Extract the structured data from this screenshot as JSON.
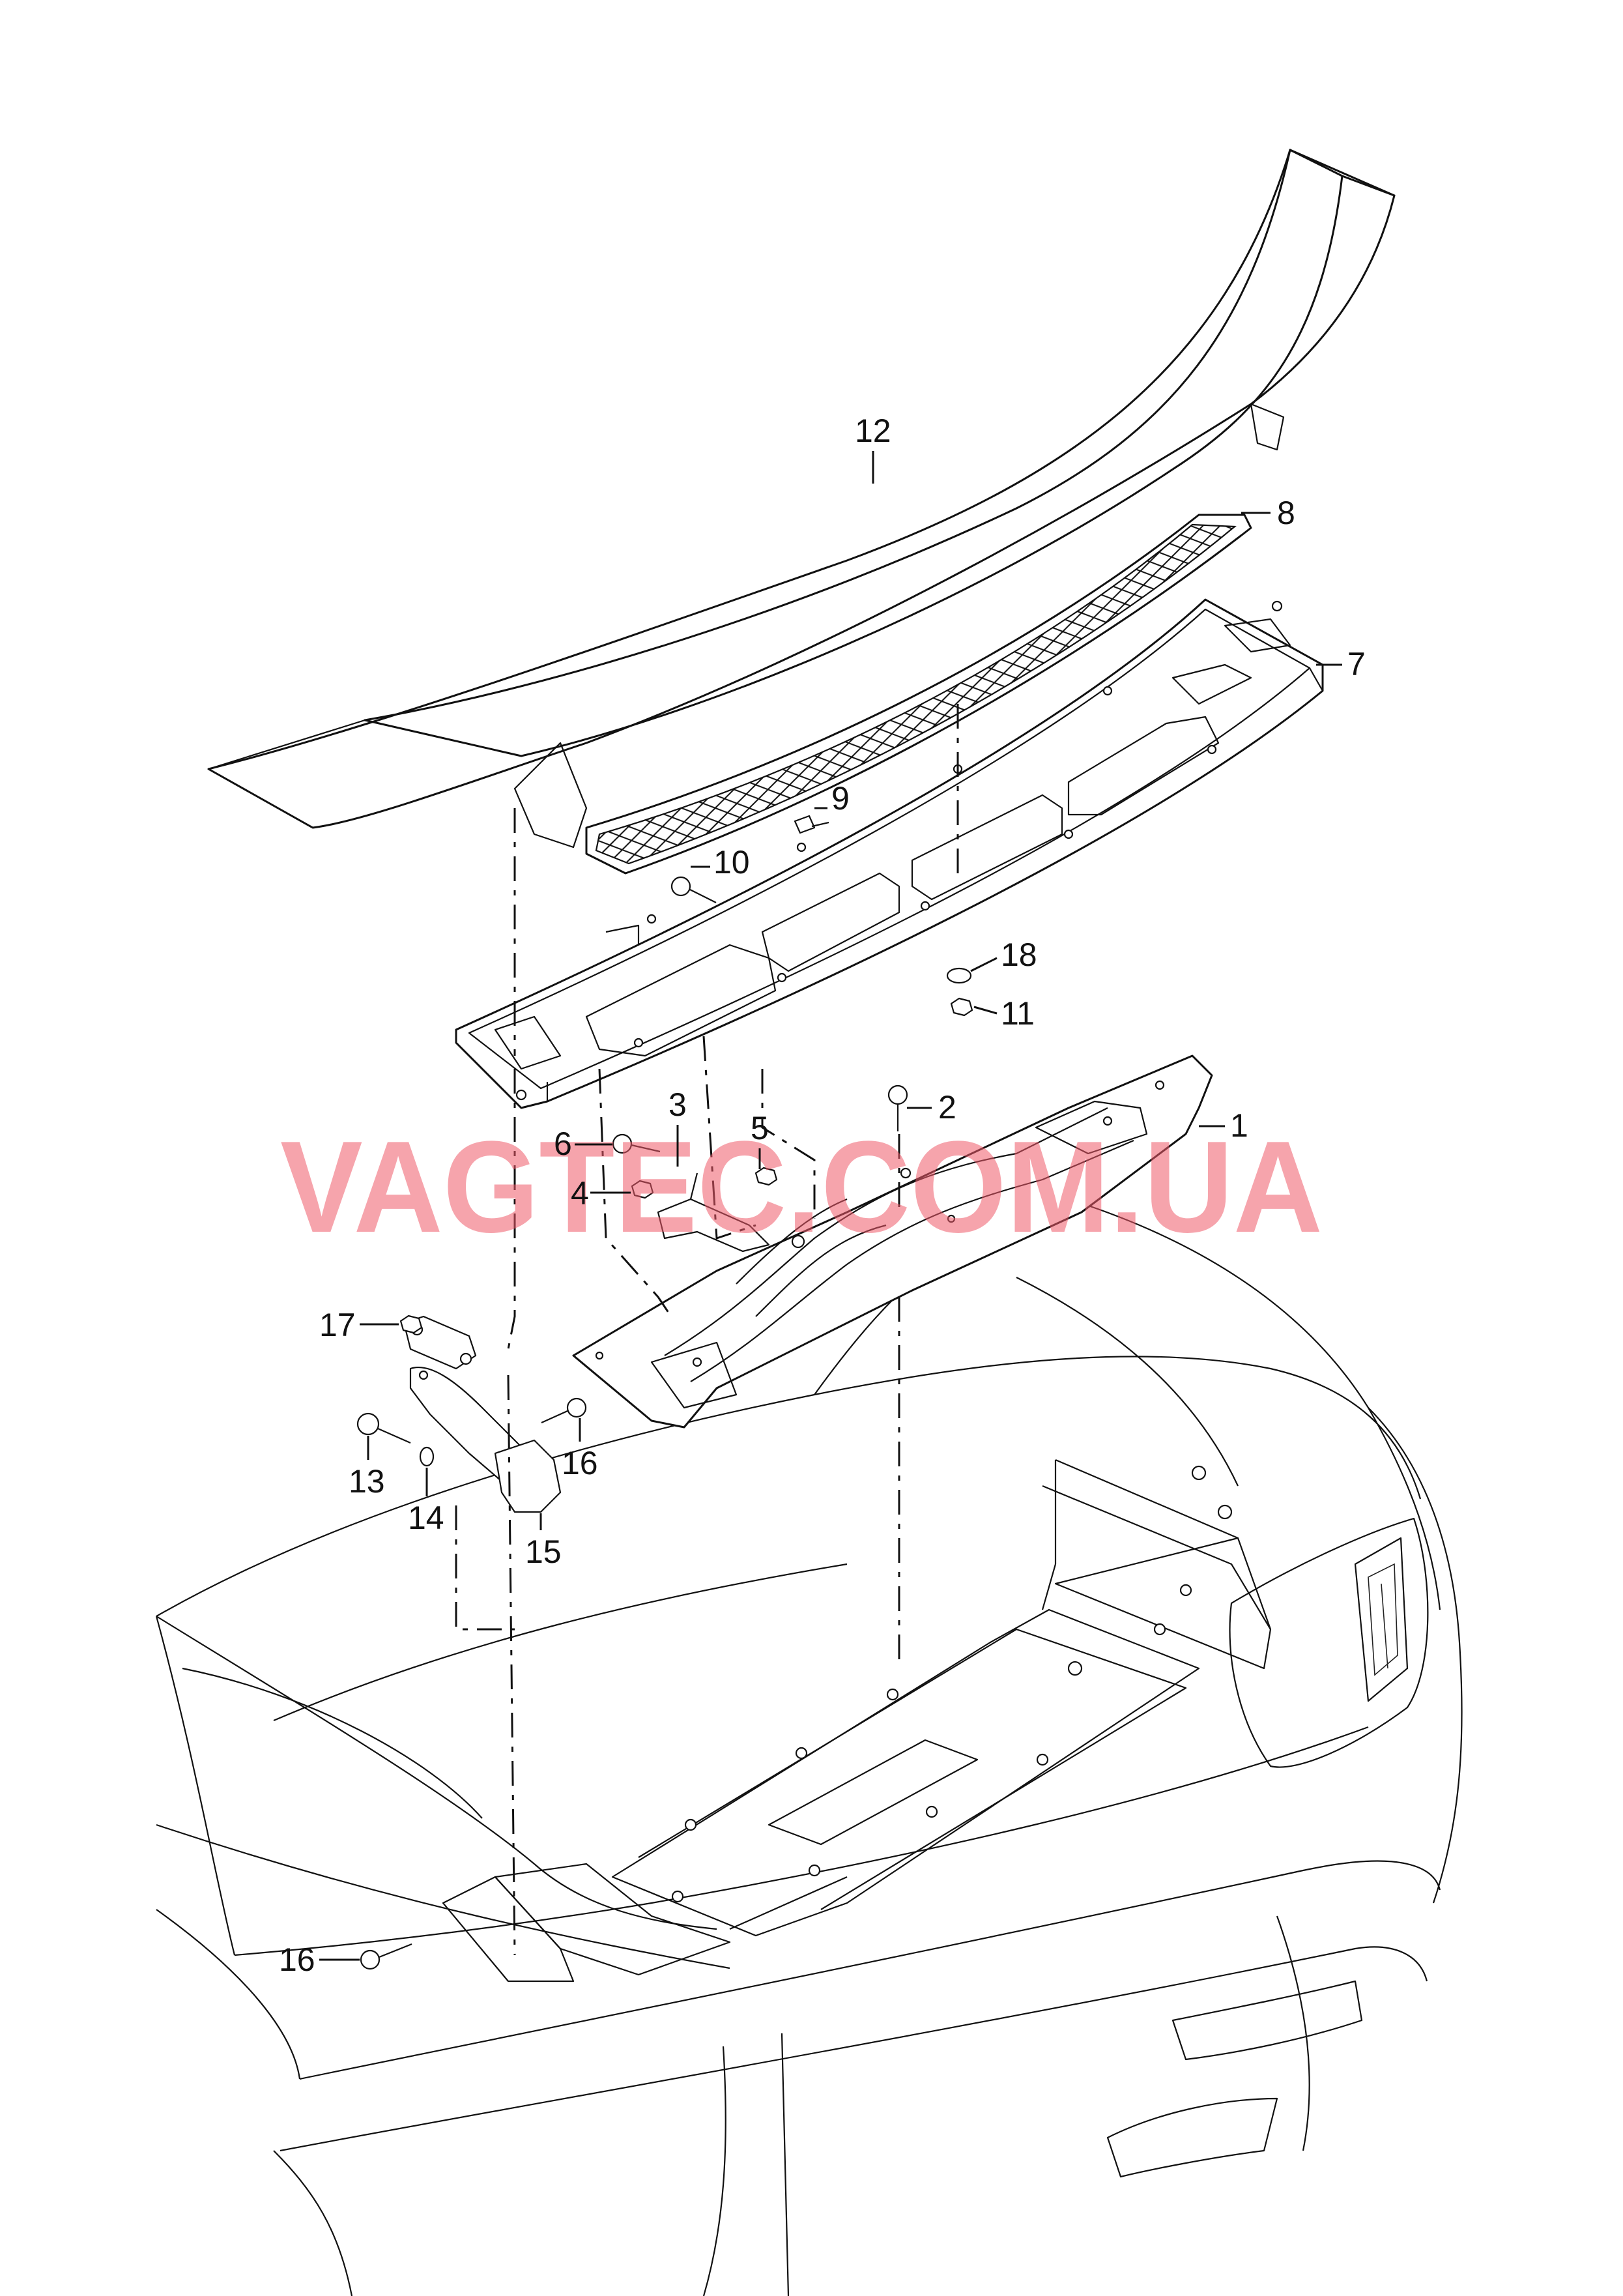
{
  "watermark": "VAGTEC.COM.UA",
  "accent_color": "#f05a6a",
  "callouts": {
    "c1": "1",
    "c2": "2",
    "c3": "3",
    "c4": "4",
    "c5": "5",
    "c6": "6",
    "c7": "7",
    "c8": "8",
    "c9": "9",
    "c10": "10",
    "c11": "11",
    "c12": "12",
    "c13": "13",
    "c14": "14",
    "c15": "15",
    "c16a": "16",
    "c16b": "16",
    "c17": "17",
    "c18": "18"
  }
}
